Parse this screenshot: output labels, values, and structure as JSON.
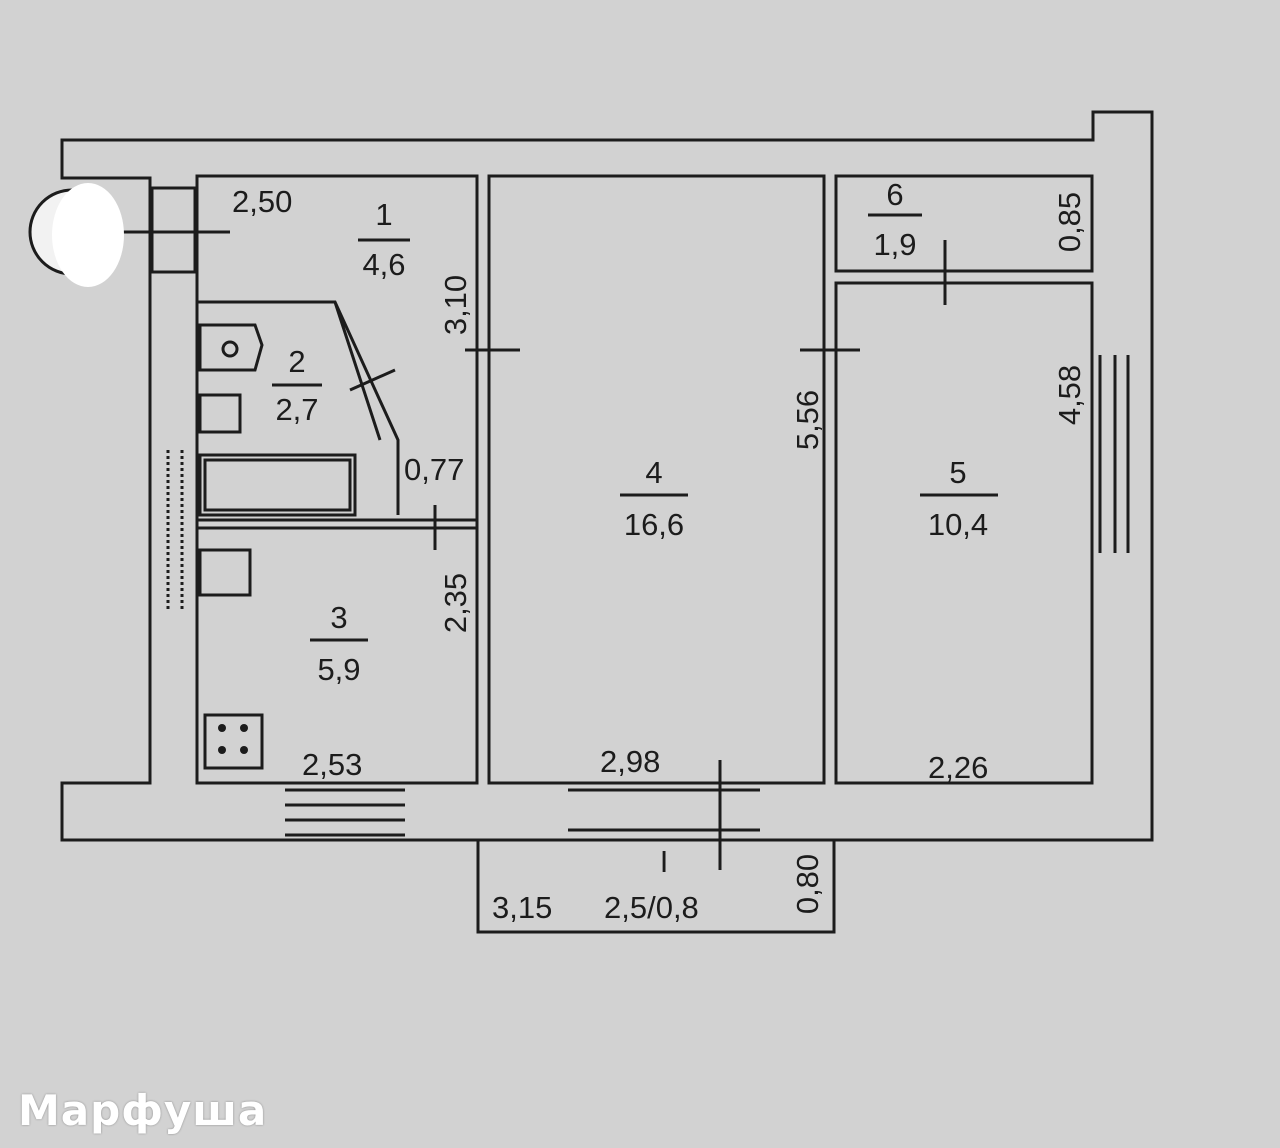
{
  "rooms": [
    {
      "number": "1",
      "area": "4,6"
    },
    {
      "number": "2",
      "area": "2,7"
    },
    {
      "number": "3",
      "area": "5,9"
    },
    {
      "number": "4",
      "area": "16,6"
    },
    {
      "number": "5",
      "area": "10,4"
    },
    {
      "number": "6",
      "area": "1,9"
    }
  ],
  "balcony": {
    "number": "I",
    "area": "2,5/0,8",
    "length": "3,15",
    "depth": "0,80"
  },
  "dimensions": {
    "hall_width": "2,50",
    "hall_length": "3,10",
    "corridor_width": "0,77",
    "kitchen_length": "2,35",
    "kitchen_width": "2,53",
    "living_length": "5,56",
    "living_width": "2,98",
    "bedroom_length": "4,58",
    "bedroom_width": "2,26",
    "storage_depth": "0,85"
  },
  "watermark": "Марфуша",
  "colors": {
    "background": "#d2d2d2",
    "line": "#1c1c1c",
    "watermark": "#ffffff"
  }
}
